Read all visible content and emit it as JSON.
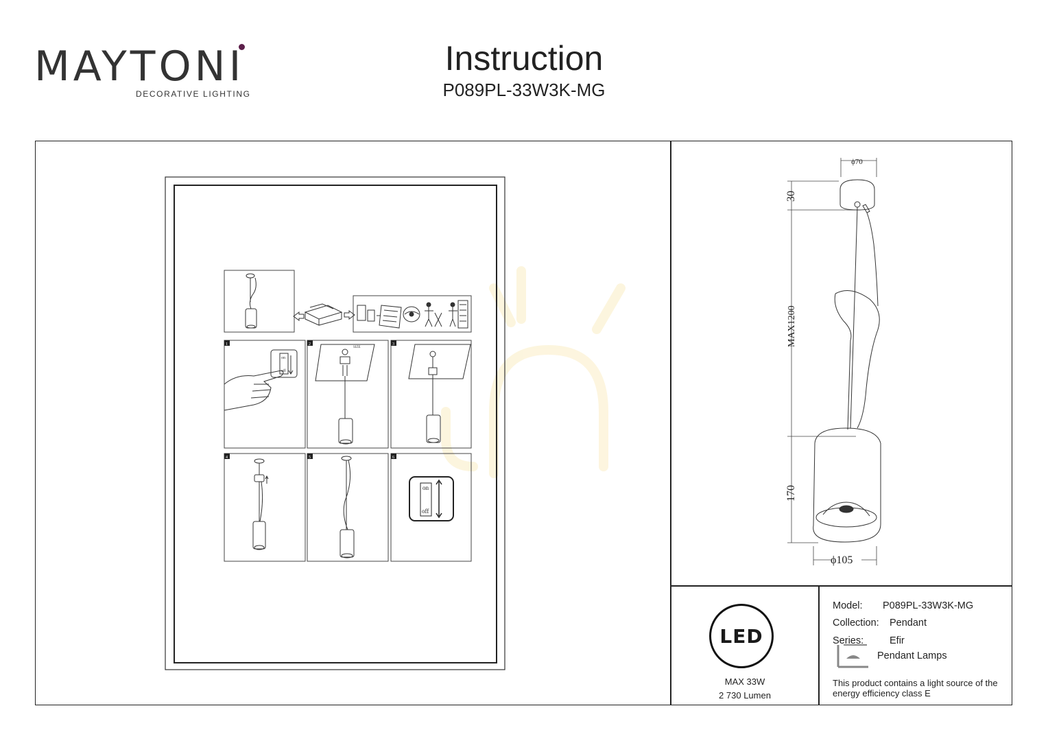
{
  "brand": {
    "name": "MAYTONI",
    "tagline": "DECORATIVE LIGHTING",
    "accent_color": "#5c1f4a"
  },
  "header": {
    "title": "Instruction",
    "subtitle": "P089PL-33W3K-MG"
  },
  "instruction_sheet": {
    "steps": [
      "1",
      "2",
      "3",
      "4",
      "5",
      "6"
    ],
    "switch_labels": {
      "on": "on",
      "off": "off"
    },
    "small_label": "SIZE"
  },
  "dimension_drawing": {
    "canopy_diameter": "ϕ70",
    "canopy_height": "30",
    "cable_length": "MAX1200",
    "body_height": "170",
    "body_diameter": "ϕ105"
  },
  "led_badge": {
    "label": "LED",
    "power": "MAX 33W",
    "flux": "2 730 Lumen"
  },
  "specs": {
    "model_label": "Model:",
    "model_value": "P089PL-33W3K-MG",
    "collection_label": "Collection:",
    "collection_value": "Pendant",
    "series_label": "Series:",
    "series_value": "Efir",
    "type_value": "Pendant Lamps",
    "energy_note_line1": "This product contains a light source of the",
    "energy_note_line2": "energy efficiency class E"
  },
  "icons": [
    "switch-icon",
    "ceiling-mount-icon",
    "pendant-lamp-icon",
    "box-icon",
    "recycle-icon",
    "eye-icon",
    "led-icon",
    "lamp-type-icon"
  ]
}
